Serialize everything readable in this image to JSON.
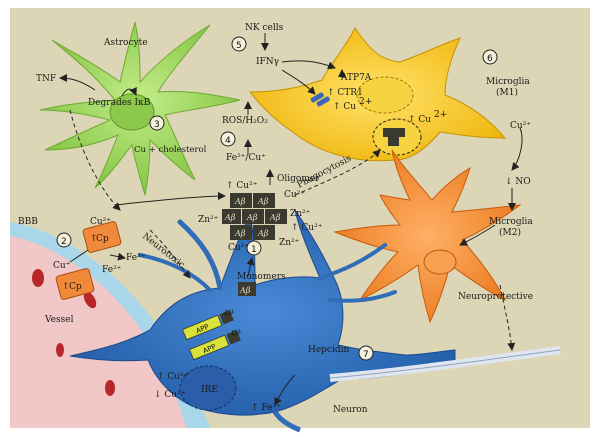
{
  "labels": {
    "astrocyte": "Astrocyte",
    "tnf": "TNF",
    "degrades": "Degrades IκB",
    "cu_cholesterol": "Cu + cholesterol",
    "nk_cells": "NK cells",
    "ifn": "IFNγ",
    "ctr1": "↑ CTR1",
    "atp7a": "ATP7A",
    "cu_mg": "↑ Cu",
    "sup2": "2+",
    "ros": "ROS/H₂O₂",
    "fe_cu": "Fe²⁺/Cu⁺",
    "oligomer": "Oligomer",
    "phagocytosis": "Phagocytosis",
    "microglia_m1_a": "Microglia",
    "microglia_m1_b": "(M1)",
    "cu_right": "Cu²⁺",
    "no": "↓ NO",
    "microglia_m2_a": "Microglia",
    "microglia_m2_b": "(M2)",
    "neuroprotective": "Neuroprotective",
    "bbb": "BBB",
    "vessel": "Vessel",
    "neurotoxic": "Neurotoxic",
    "monomers": "Monomers",
    "hepcidin": "Hepcidin",
    "neuron": "Neuron",
    "ire": "IRE",
    "fe_down": "↑ Fe²⁺",
    "cu_low1": "↑ Cu²⁺",
    "cu_low2": "↓ Cu²⁺",
    "cu_top": "↑ Cu²⁺",
    "cu2_r": "Cu²⁺",
    "zn2_r": "Zn²⁺",
    "zn2_l": "Zn²⁺",
    "cu2_b": "Cu²⁺",
    "zn2_b": "Zn²⁺",
    "cu2_rr": "↑ Cu²⁺",
    "cu_vessel": "Cu²⁺",
    "cp": "Cp",
    "cp_up": "↑",
    "fe3": "Fe³⁺",
    "fe2": "Fe²⁺",
    "cu_cp": "Cu⁺",
    "abeta": "Aβ",
    "app": "APP",
    "cu_app": "Cu"
  },
  "steps": [
    "1",
    "2",
    "3",
    "4",
    "5",
    "6",
    "7"
  ],
  "colors": {
    "background": "#ddd6b6",
    "astrocyte": "#9ad35a",
    "microglia_m1": "#f4c21a",
    "microglia_m2": "#f08a2a",
    "neuron": "#2f6db8",
    "vessel": "#f1c7c7",
    "bbb": "#a9d6e8",
    "abeta": "#3a3a30",
    "cp": "#f08a3a"
  }
}
